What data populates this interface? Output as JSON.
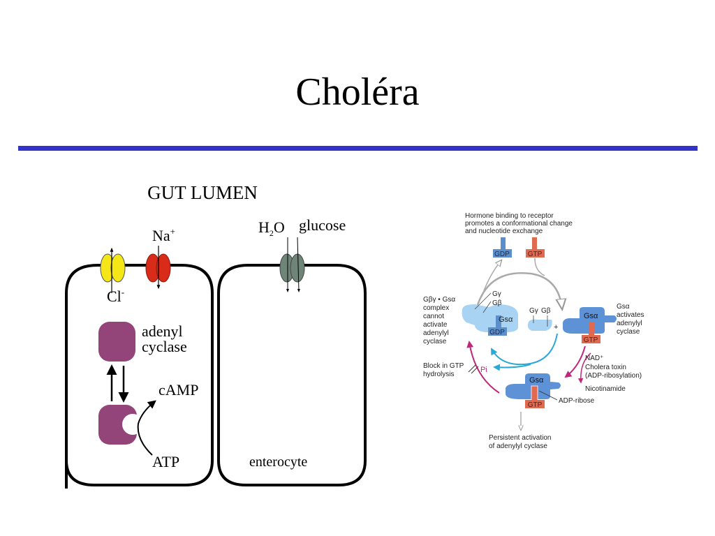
{
  "slide": {
    "title": "Choléra"
  },
  "left_diagram": {
    "heading": "GUT LUMEN",
    "ions": {
      "chloride": "Cl",
      "chloride_sup": "-",
      "sodium": "Na",
      "sodium_sup": "+",
      "water_h": "H",
      "water_sub": "2",
      "water_o": "O",
      "glucose": "glucose"
    },
    "enzyme_label_line1": "adenyl",
    "enzyme_label_line2": "cyclase",
    "product": "cAMP",
    "substrate": "ATP",
    "cell_label": "enterocyte",
    "colors": {
      "cl_channel": "#f5e617",
      "na_channel": "#d92b1a",
      "glucose_channel": "#6f8578",
      "enzyme": "#934478"
    }
  },
  "right_diagram": {
    "top_caption": [
      "Hormone binding to receptor",
      "promotes a conformational change",
      "and nucleotide exchange"
    ],
    "gdp": "GDP",
    "gtp": "GTP",
    "left_caption": [
      "complex",
      "cannot",
      "activate",
      "adenylyl",
      "cyclase"
    ],
    "left_caption_head": "Gβγ • Gsα",
    "g_gamma": "Gγ",
    "g_beta": "Gβ",
    "g_s_alpha": "Gsα",
    "right_caption": [
      "activates",
      "adenylyl",
      "cyclase"
    ],
    "nad": "NAD⁺",
    "toxin_caption": [
      "Cholera toxin",
      "(ADP-ribosylation)"
    ],
    "nicotinamide": "Nicotinamide",
    "adp_ribose": "ADP-ribose",
    "block_caption": [
      "Block in GTP",
      "hydrolysis"
    ],
    "pi": "Pi",
    "bottom_caption": [
      "Persistent activation",
      "of adenylyl cyclase"
    ],
    "plus": "+",
    "colors": {
      "gdp_blue": "#5b8fcc",
      "gtp_red": "#e06a50",
      "light_blue": "#a9d3f2",
      "mid_blue": "#5d92d6",
      "cyan_arrow": "#2aa8d6",
      "magenta_arrow": "#c0267a"
    }
  }
}
